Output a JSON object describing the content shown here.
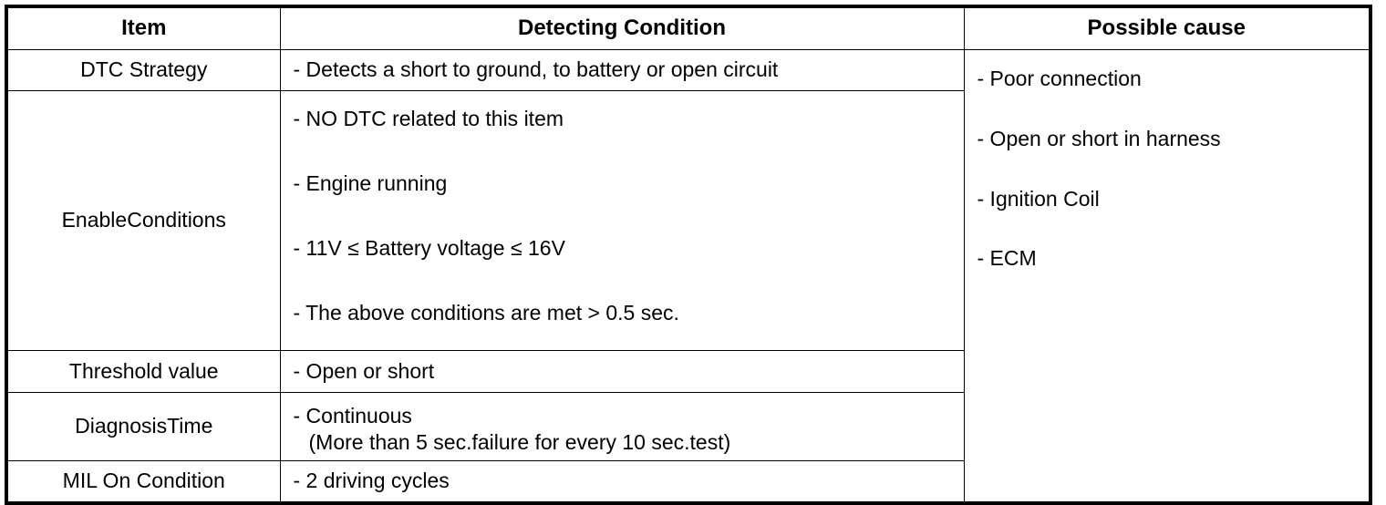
{
  "table": {
    "headers": {
      "item": "Item",
      "condition": "Detecting Condition",
      "cause": "Possible cause"
    },
    "rows": [
      {
        "item": "DTC Strategy",
        "conditions": [
          "-  Detects a short to ground, to battery or open circuit"
        ]
      },
      {
        "item": "EnableConditions",
        "conditions": [
          "-  NO DTC related to this item",
          "-  Engine running",
          "-  11V ≤ Battery voltage ≤ 16V",
          "-  The above conditions are met > 0.5 sec."
        ]
      },
      {
        "item": "Threshold value",
        "conditions": [
          "-  Open or short"
        ]
      },
      {
        "item": "DiagnosisTime",
        "conditions": [
          "-  Continuous",
          "(More than 5 sec.failure for every 10 sec.test)"
        ]
      },
      {
        "item": "MIL On Condition",
        "conditions": [
          "-  2 driving cycles"
        ]
      }
    ],
    "possible_causes": [
      "-  Poor connection",
      "-  Open or short in harness",
      "-  Ignition Coil",
      "-  ECM"
    ],
    "colors": {
      "border": "#000000",
      "text": "#000000",
      "background": "#ffffff"
    }
  }
}
